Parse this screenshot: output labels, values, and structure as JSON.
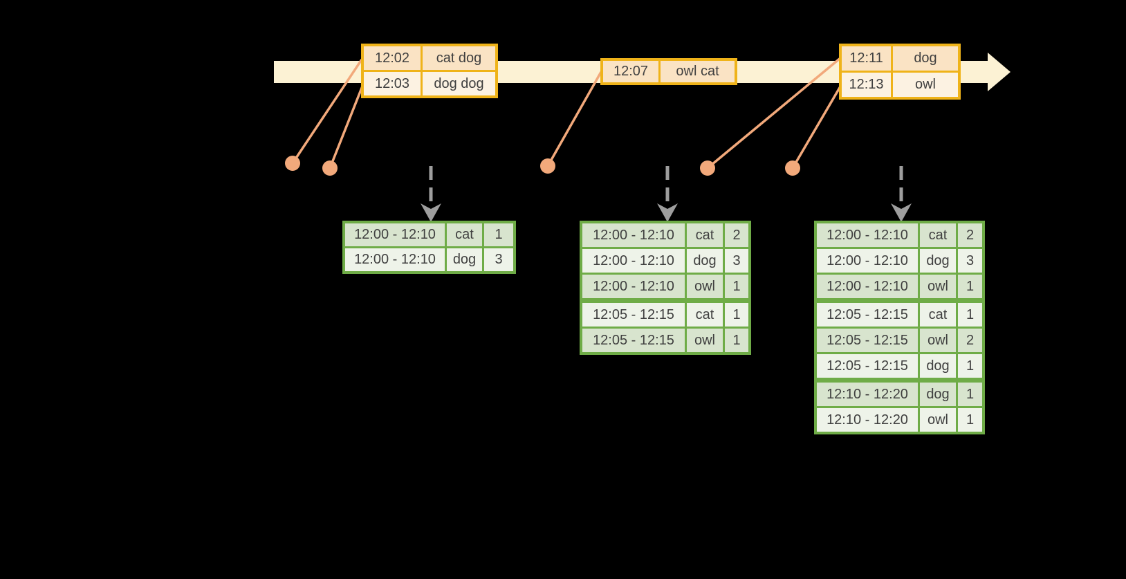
{
  "colors": {
    "background": "#000000",
    "timeline_band": "#fcf2d4",
    "gold_border": "#efb319",
    "event_row_peach": "#fae3c4",
    "event_row_cream": "#fcf2e2",
    "salmon": "#f2a97b",
    "green_border": "#6fac47",
    "result_row_dark": "#d8e4ce",
    "result_row_light": "#eef3e9",
    "arrow_gray": "#9e9e9e",
    "text": "#3f3f3f"
  },
  "event_tables": [
    {
      "rows": [
        {
          "cells": [
            "12:02",
            "cat dog"
          ],
          "shade": "peach"
        },
        {
          "cells": [
            "12:03",
            "dog dog"
          ],
          "shade": "cream"
        }
      ]
    },
    {
      "rows": [
        {
          "cells": [
            "12:07",
            "owl cat"
          ],
          "shade": "peach"
        }
      ]
    },
    {
      "rows": [
        {
          "cells": [
            "12:11",
            "dog"
          ],
          "shade": "peach"
        },
        {
          "cells": [
            "12:13",
            "owl"
          ],
          "shade": "cream"
        }
      ]
    }
  ],
  "result_tables": [
    {
      "rows": [
        {
          "cells": [
            "12:00 - 12:10",
            "cat",
            "1"
          ],
          "shade": "dark"
        },
        {
          "cells": [
            "12:00 - 12:10",
            "dog",
            "3"
          ],
          "shade": "light"
        }
      ]
    },
    {
      "rows": [
        {
          "cells": [
            "12:00 - 12:10",
            "cat",
            "2"
          ],
          "shade": "dark"
        },
        {
          "cells": [
            "12:00 - 12:10",
            "dog",
            "3"
          ],
          "shade": "light"
        },
        {
          "cells": [
            "12:00 - 12:10",
            "owl",
            "1"
          ],
          "shade": "dark"
        },
        {
          "cells": [
            "12:05 - 12:15",
            "cat",
            "1"
          ],
          "shade": "light",
          "group_start": true
        },
        {
          "cells": [
            "12:05 - 12:15",
            "owl",
            "1"
          ],
          "shade": "dark"
        }
      ]
    },
    {
      "rows": [
        {
          "cells": [
            "12:00 - 12:10",
            "cat",
            "2"
          ],
          "shade": "dark"
        },
        {
          "cells": [
            "12:00 - 12:10",
            "dog",
            "3"
          ],
          "shade": "light"
        },
        {
          "cells": [
            "12:00 - 12:10",
            "owl",
            "1"
          ],
          "shade": "dark"
        },
        {
          "cells": [
            "12:05 - 12:15",
            "cat",
            "1"
          ],
          "shade": "light",
          "group_start": true
        },
        {
          "cells": [
            "12:05 - 12:15",
            "owl",
            "2"
          ],
          "shade": "dark"
        },
        {
          "cells": [
            "12:05 - 12:15",
            "dog",
            "1"
          ],
          "shade": "light"
        },
        {
          "cells": [
            "12:10 - 12:20",
            "dog",
            "1"
          ],
          "shade": "dark",
          "group_start": true
        },
        {
          "cells": [
            "12:10 - 12:20",
            "owl",
            "1"
          ],
          "shade": "light"
        }
      ]
    }
  ]
}
